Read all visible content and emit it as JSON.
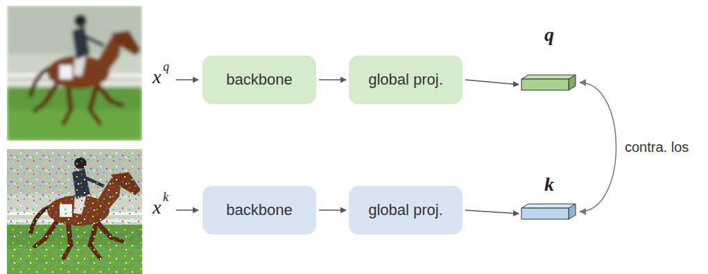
{
  "diagram": {
    "nodes": [
      {
        "text": [
          "backbone"
        ]
      },
      {
        "text": [
          "global proj."
        ]
      },
      {
        "text": [
          "backbone"
        ]
      },
      {
        "text": [
          "global proj."
        ]
      },
      {
        "text": [
          "q"
        ]
      },
      {
        "text": [
          "k"
        ]
      }
    ],
    "edges": [
      {
        "from": 0,
        "to": 1,
        "arrow": "to"
      },
      {
        "from": 1,
        "to": 4,
        "arrow": "to"
      },
      {
        "from": 2,
        "to": 3,
        "arrow": "to"
      },
      {
        "from": 3,
        "to": 5,
        "arrow": "to"
      },
      {
        "from": 4,
        "to": 5,
        "arrow": "both",
        "label": "contra. los"
      }
    ],
    "labels": [
      "x",
      "q",
      "x",
      "k"
    ]
  }
}
